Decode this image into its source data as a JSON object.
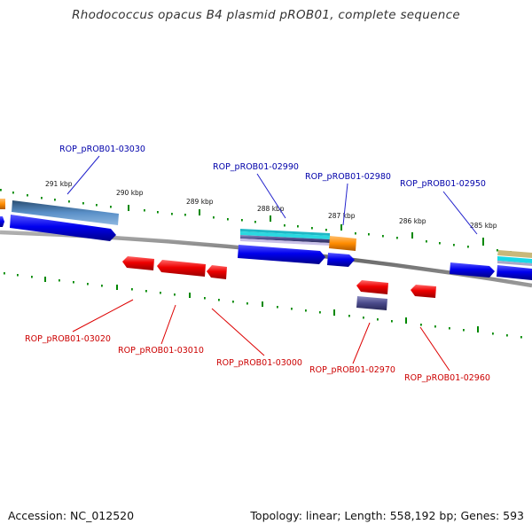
{
  "header": {
    "title": "Rhodococcus opacus B4 plasmid pROB01, complete sequence"
  },
  "footer": {
    "accession": "Accession: NC_012520",
    "summary": "Topology: linear; Length: 558,192 bp; Genes: 593"
  },
  "kbp_ticks": [
    "291 kbp",
    "290 kbp",
    "289 kbp",
    "288 kbp",
    "287 kbp",
    "286 kbp",
    "285 kbp"
  ],
  "forward_genes": [
    "ROP_pROB01-03030",
    "ROP_pROB01-02990",
    "ROP_pROB01-02980",
    "ROP_pROB01-02950"
  ],
  "reverse_genes": [
    "ROP_pROB01-03020",
    "ROP_pROB01-03010",
    "ROP_pROB01-03000",
    "ROP_pROB01-02970",
    "ROP_pROB01-02960"
  ],
  "colors": {
    "forward_label": "#0000aa",
    "reverse_label": "#cc0000",
    "cds_blue": "#0000ee",
    "reverse_red": "#ee0000",
    "backbone": "#808080",
    "tick_green": "#008800",
    "orange": "#ff8c00",
    "steel_blue": "#4a7fb0",
    "cyan": "#20c0c8",
    "slate": "#4a4a8a",
    "tan": "#c8b87a"
  }
}
